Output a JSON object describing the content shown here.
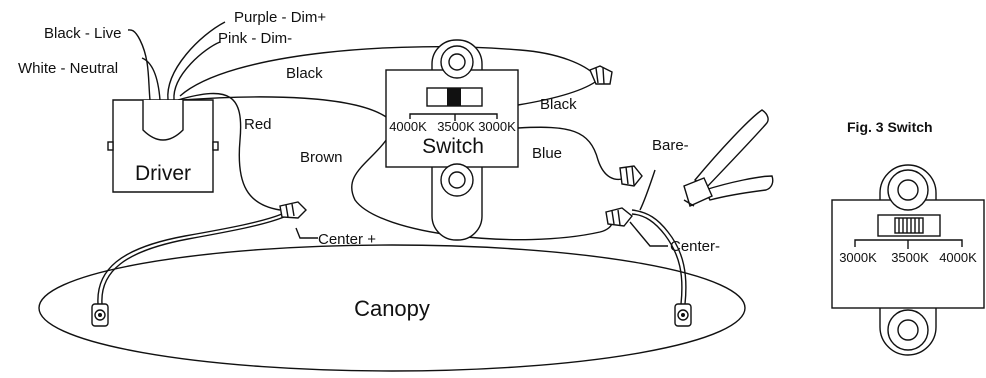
{
  "labels": {
    "black_live": "Black - Live",
    "white_neutral": "White - Neutral",
    "purple": "Purple - Dim+",
    "pink": "Pink - Dim-",
    "black_top": "Black",
    "red": "Red",
    "black_right": "Black",
    "brown": "Brown",
    "blue": "Blue",
    "bare": "Bare-",
    "center_plus": "Center +",
    "center_minus": "Center-",
    "driver": "Driver",
    "switch": "Switch",
    "canopy": "Canopy"
  },
  "switch_main": {
    "k1": "4000K",
    "k2": "3500K",
    "k3": "3000K"
  },
  "fig3": {
    "title": "Fig. 3  Switch",
    "k1": "3000K",
    "k2": "3500K",
    "k3": "4000K"
  }
}
